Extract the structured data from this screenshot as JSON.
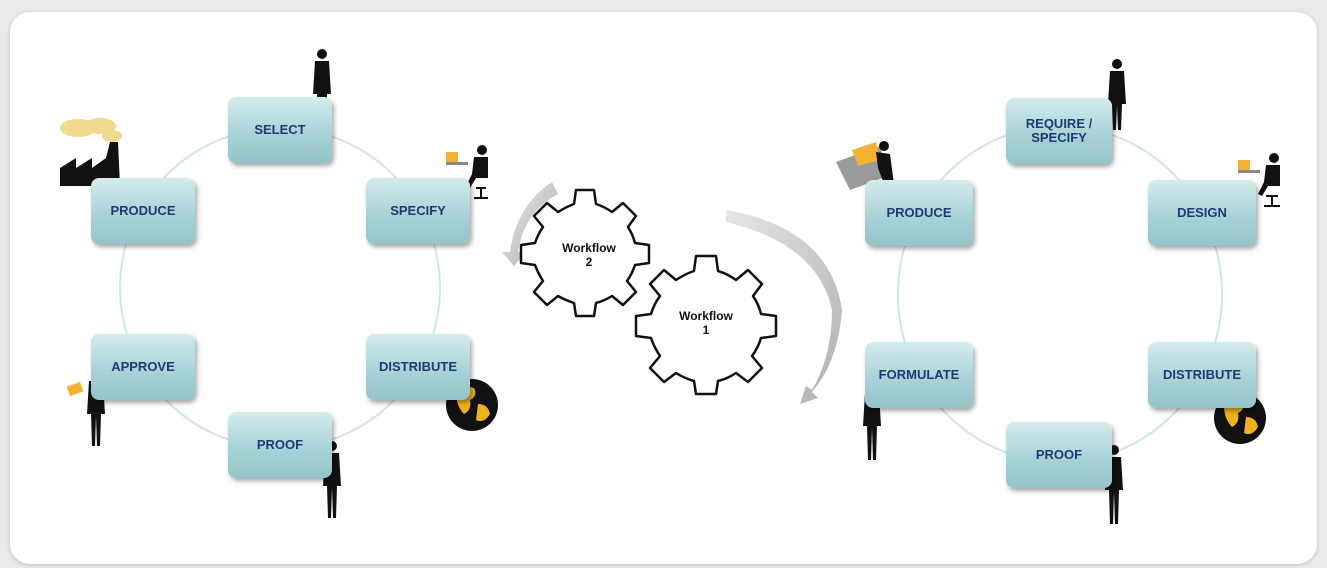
{
  "gears": {
    "workflow2": {
      "line1": "Workflow",
      "line2": "2"
    },
    "workflow1": {
      "line1": "Workflow",
      "line2": "1"
    }
  },
  "workflow_left": {
    "select": "SELECT",
    "specify": "SPECIFY",
    "distribute": "DISTRIBUTE",
    "proof": "PROOF",
    "approve": "APPROVE",
    "produce": "PRODUCE"
  },
  "workflow_right": {
    "require_specify": "REQUIRE / SPECIFY",
    "design": "DESIGN",
    "distribute": "DISTRIBUTE",
    "proof": "PROOF",
    "formulate": "FORMULATE",
    "produce": "PRODUCE"
  },
  "colors": {
    "box_text": "#1d3a78",
    "cycle_line": "#c8e2e4",
    "arrow": "#bcbcbc",
    "globe_land": "#f0b21c"
  }
}
